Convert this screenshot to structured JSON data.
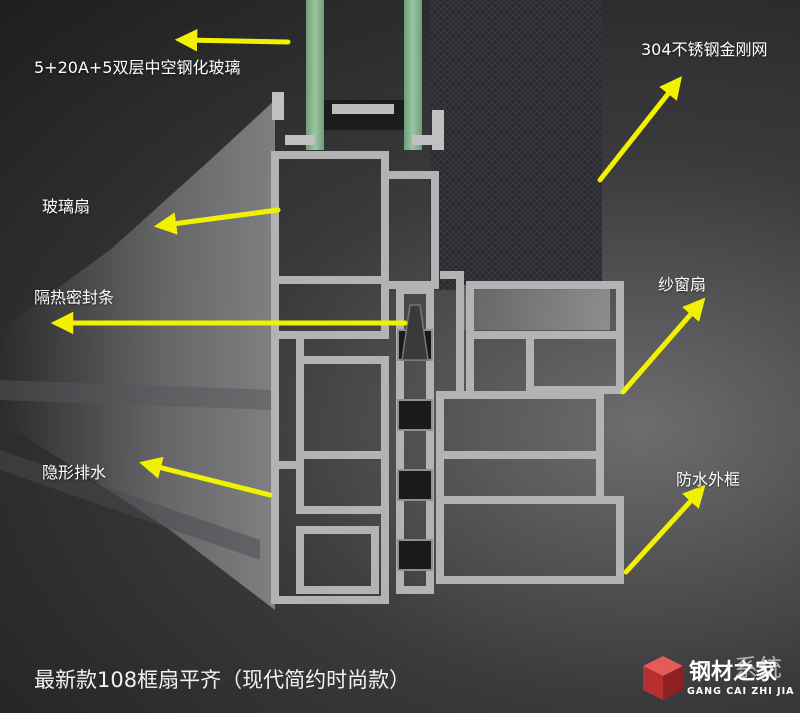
{
  "labels": {
    "glass": "5+20A+5双层中空钢化玻璃",
    "mesh": "304不锈钢金刚网",
    "sash": "玻璃扇",
    "seal": "隔热密封条",
    "screen_sash": "纱窗扇",
    "drain": "隐形排水",
    "frame": "防水外框"
  },
  "caption": "最新款108框扇平齐（现代简约时尚款）",
  "watermark": {
    "text": "钢材之家",
    "pinyin": "GANG CAI ZHI JIA",
    "partial": "系统"
  },
  "colors": {
    "arrow": "#f2f200",
    "aluminum": "#a9a9ab",
    "glass": "#86b38e",
    "logo_red": "#d23a3a"
  },
  "icons": [
    "arrow-icon",
    "logo-cube-icon"
  ]
}
